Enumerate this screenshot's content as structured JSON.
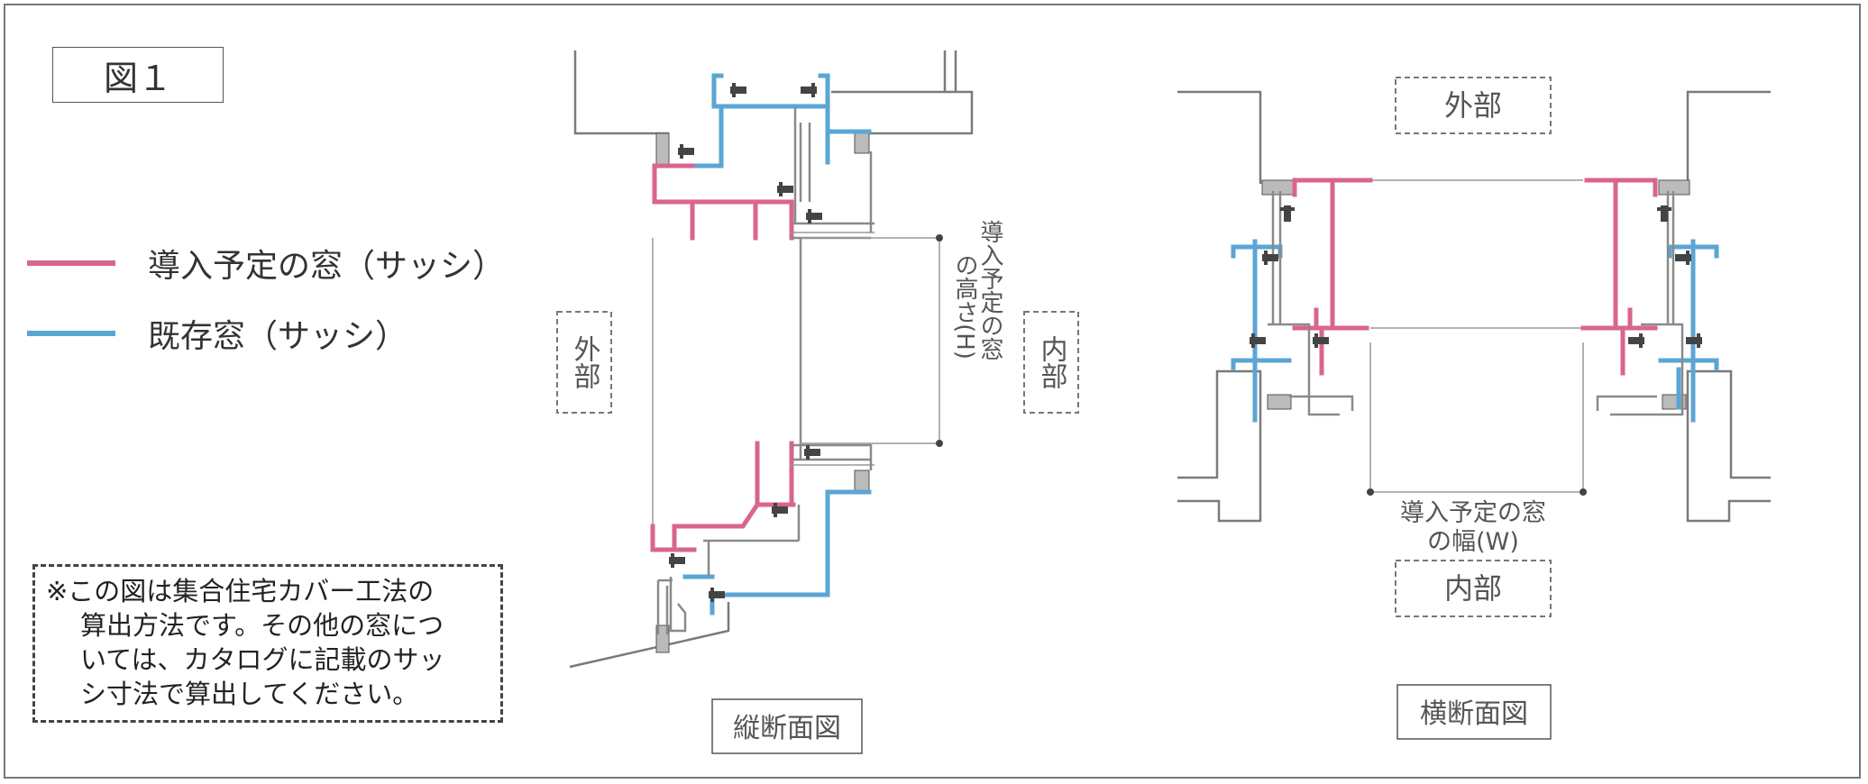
{
  "figure_label": "図１",
  "legend": [
    {
      "label": "導入予定の窓（サッシ）",
      "color": "#d9658e"
    },
    {
      "label": "既存窓（サッシ）",
      "color": "#5aa6d3"
    }
  ],
  "note_lines": [
    "※この図は集合住宅カバー工法の",
    "算出方法です。その他の窓につ",
    "いては、カタログに記載のサッ",
    "シ寸法で算出してください。"
  ],
  "vertical_section": {
    "caption": "縦断面図",
    "exterior_label": "外部",
    "interior_label": "内部",
    "dimension_label_lines": [
      "導入予定の窓",
      "の高さ(H)"
    ]
  },
  "horizontal_section": {
    "caption": "横断面図",
    "exterior_label": "外部",
    "interior_label": "内部",
    "dimension_label_lines": [
      "導入予定の窓",
      "の幅(W)"
    ]
  },
  "colors": {
    "new_window": "#d9658e",
    "existing_window": "#5aa6d3",
    "frame": "#8a8a8a"
  }
}
